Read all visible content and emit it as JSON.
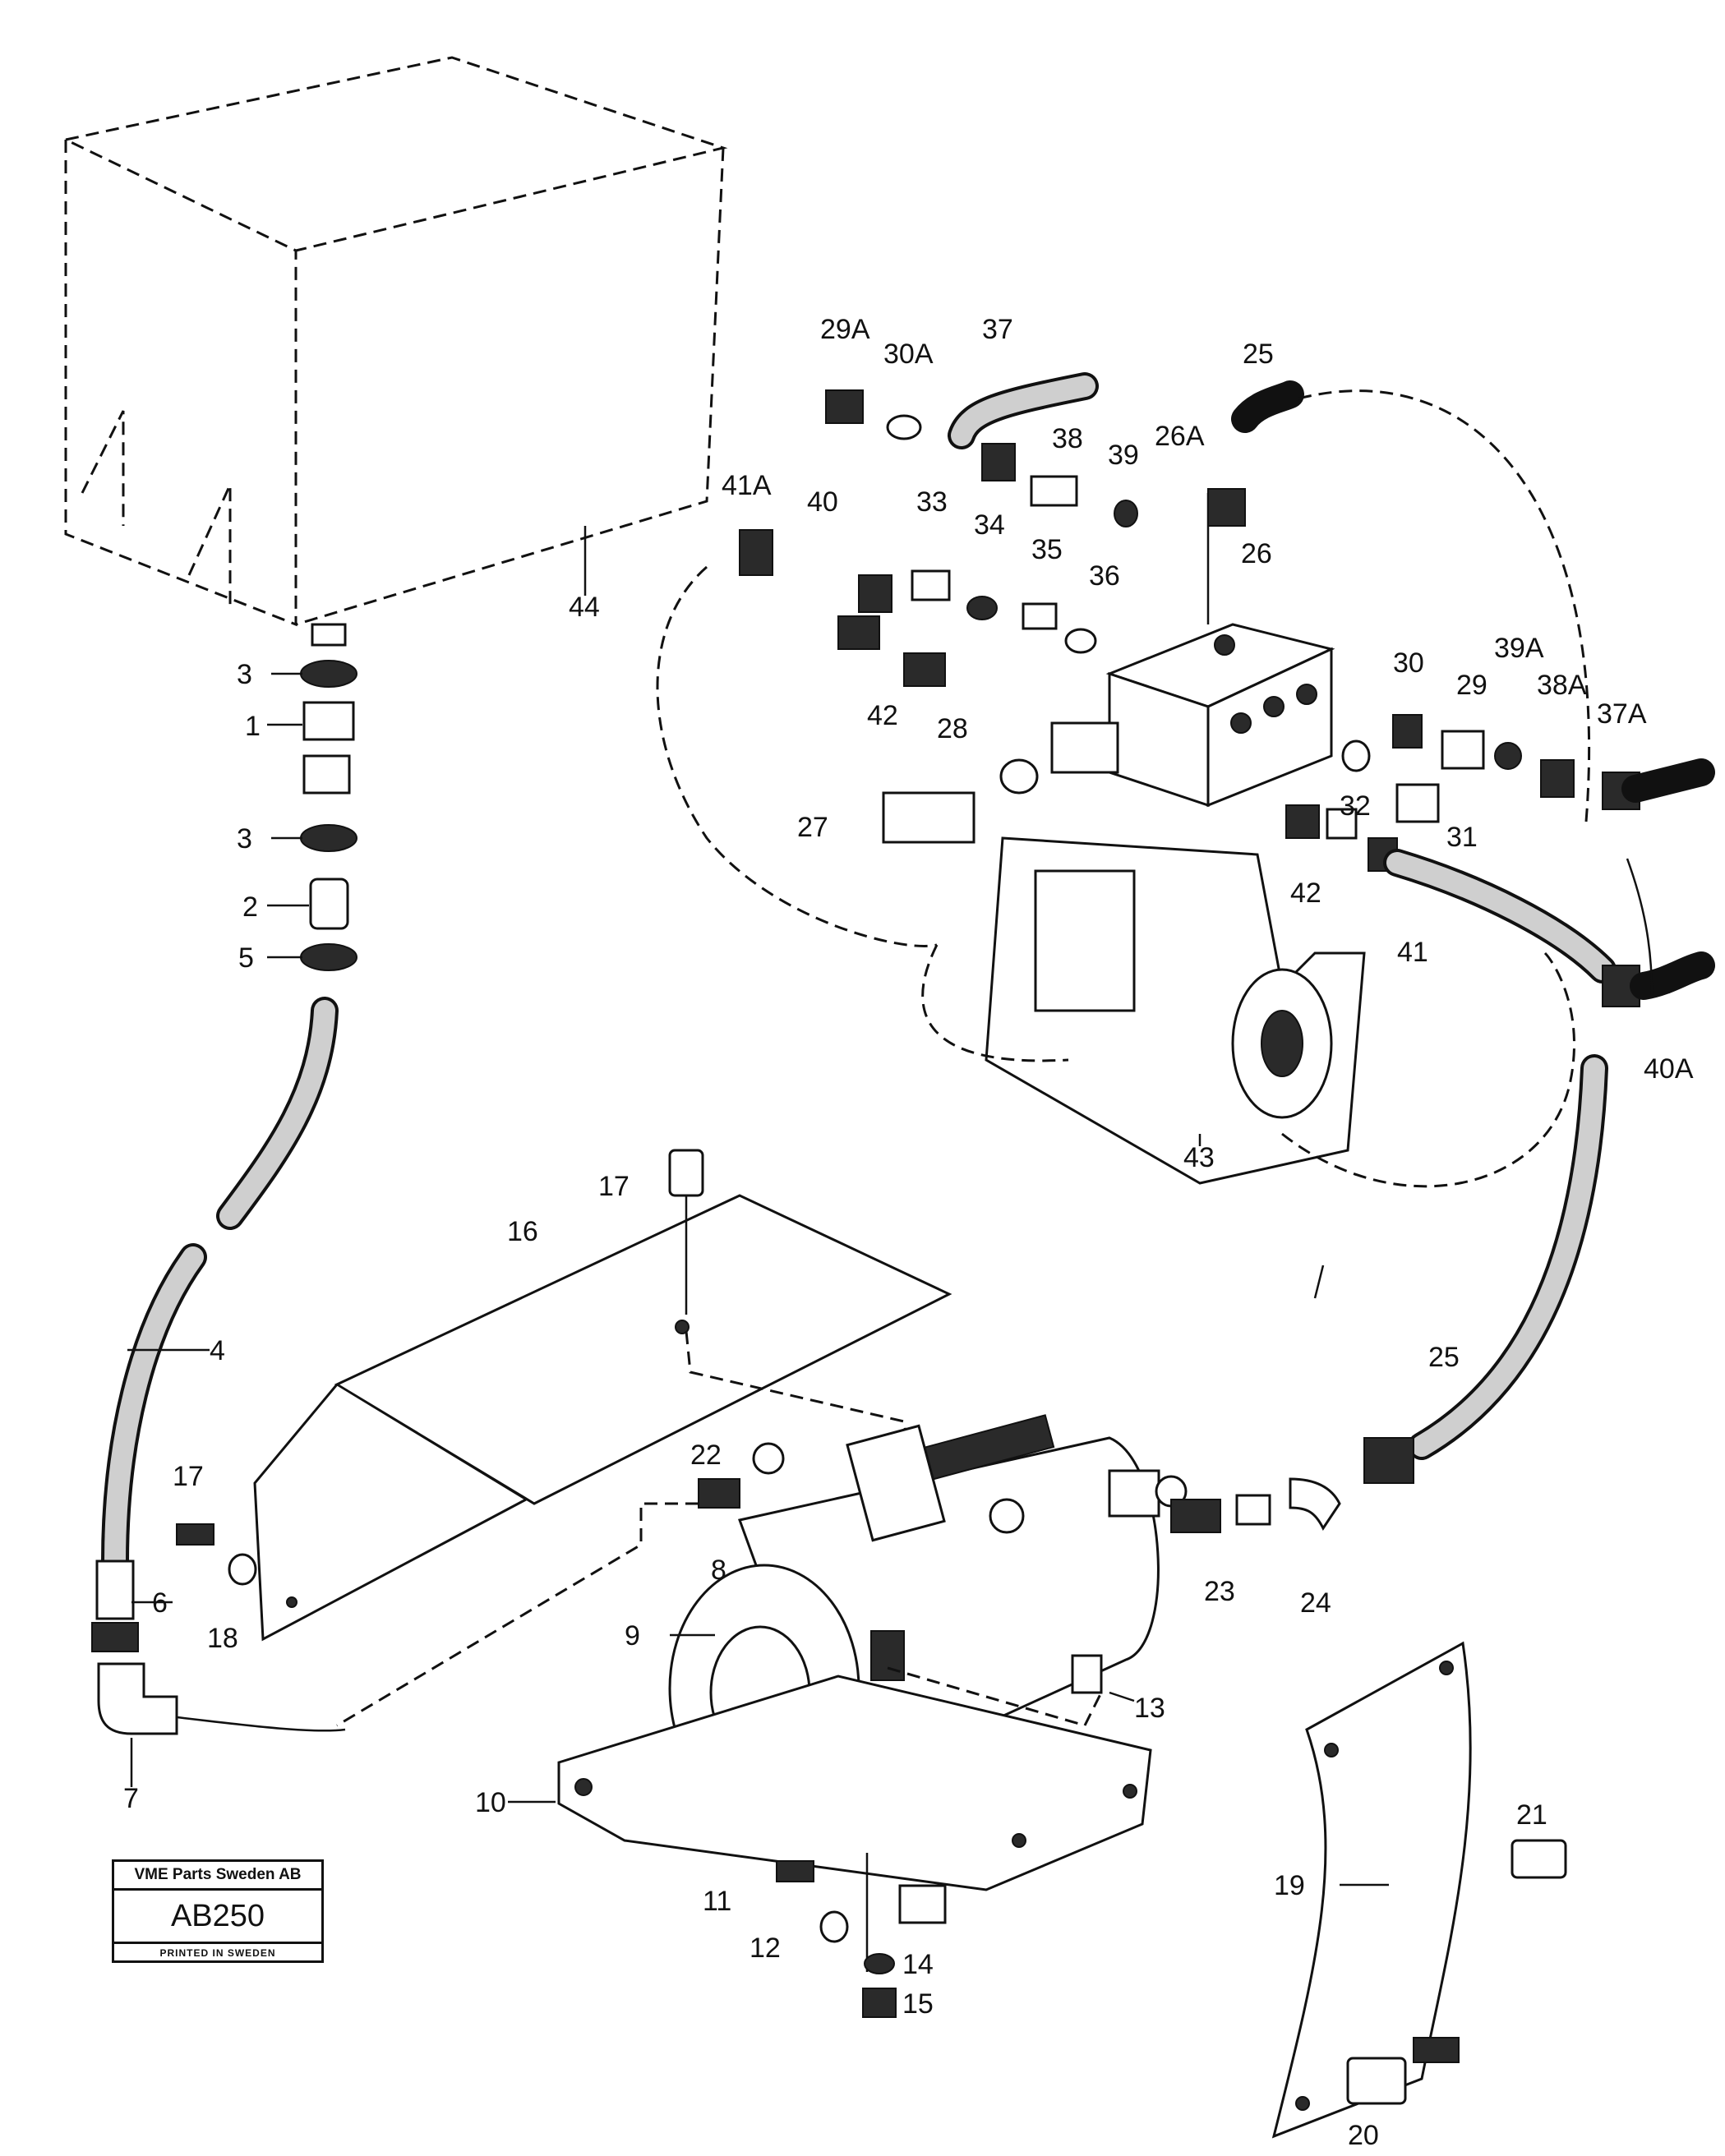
{
  "diagram": {
    "callouts": [
      "1",
      "2",
      "3",
      "3",
      "4",
      "5",
      "6",
      "7",
      "8",
      "9",
      "10",
      "11",
      "12",
      "13",
      "14",
      "15",
      "16",
      "17",
      "17",
      "18",
      "19",
      "20",
      "21",
      "22",
      "23",
      "24",
      "25",
      "25",
      "26",
      "26A",
      "27",
      "28",
      "29",
      "29A",
      "30",
      "30A",
      "31",
      "32",
      "33",
      "34",
      "35",
      "36",
      "37",
      "37A",
      "38",
      "38A",
      "39",
      "39A",
      "40",
      "40A",
      "41",
      "41A",
      "42",
      "42",
      "43",
      "44"
    ]
  },
  "stamp": {
    "company": "VME Parts Sweden AB",
    "code": "AB250",
    "printed": "PRINTED IN SWEDEN"
  }
}
